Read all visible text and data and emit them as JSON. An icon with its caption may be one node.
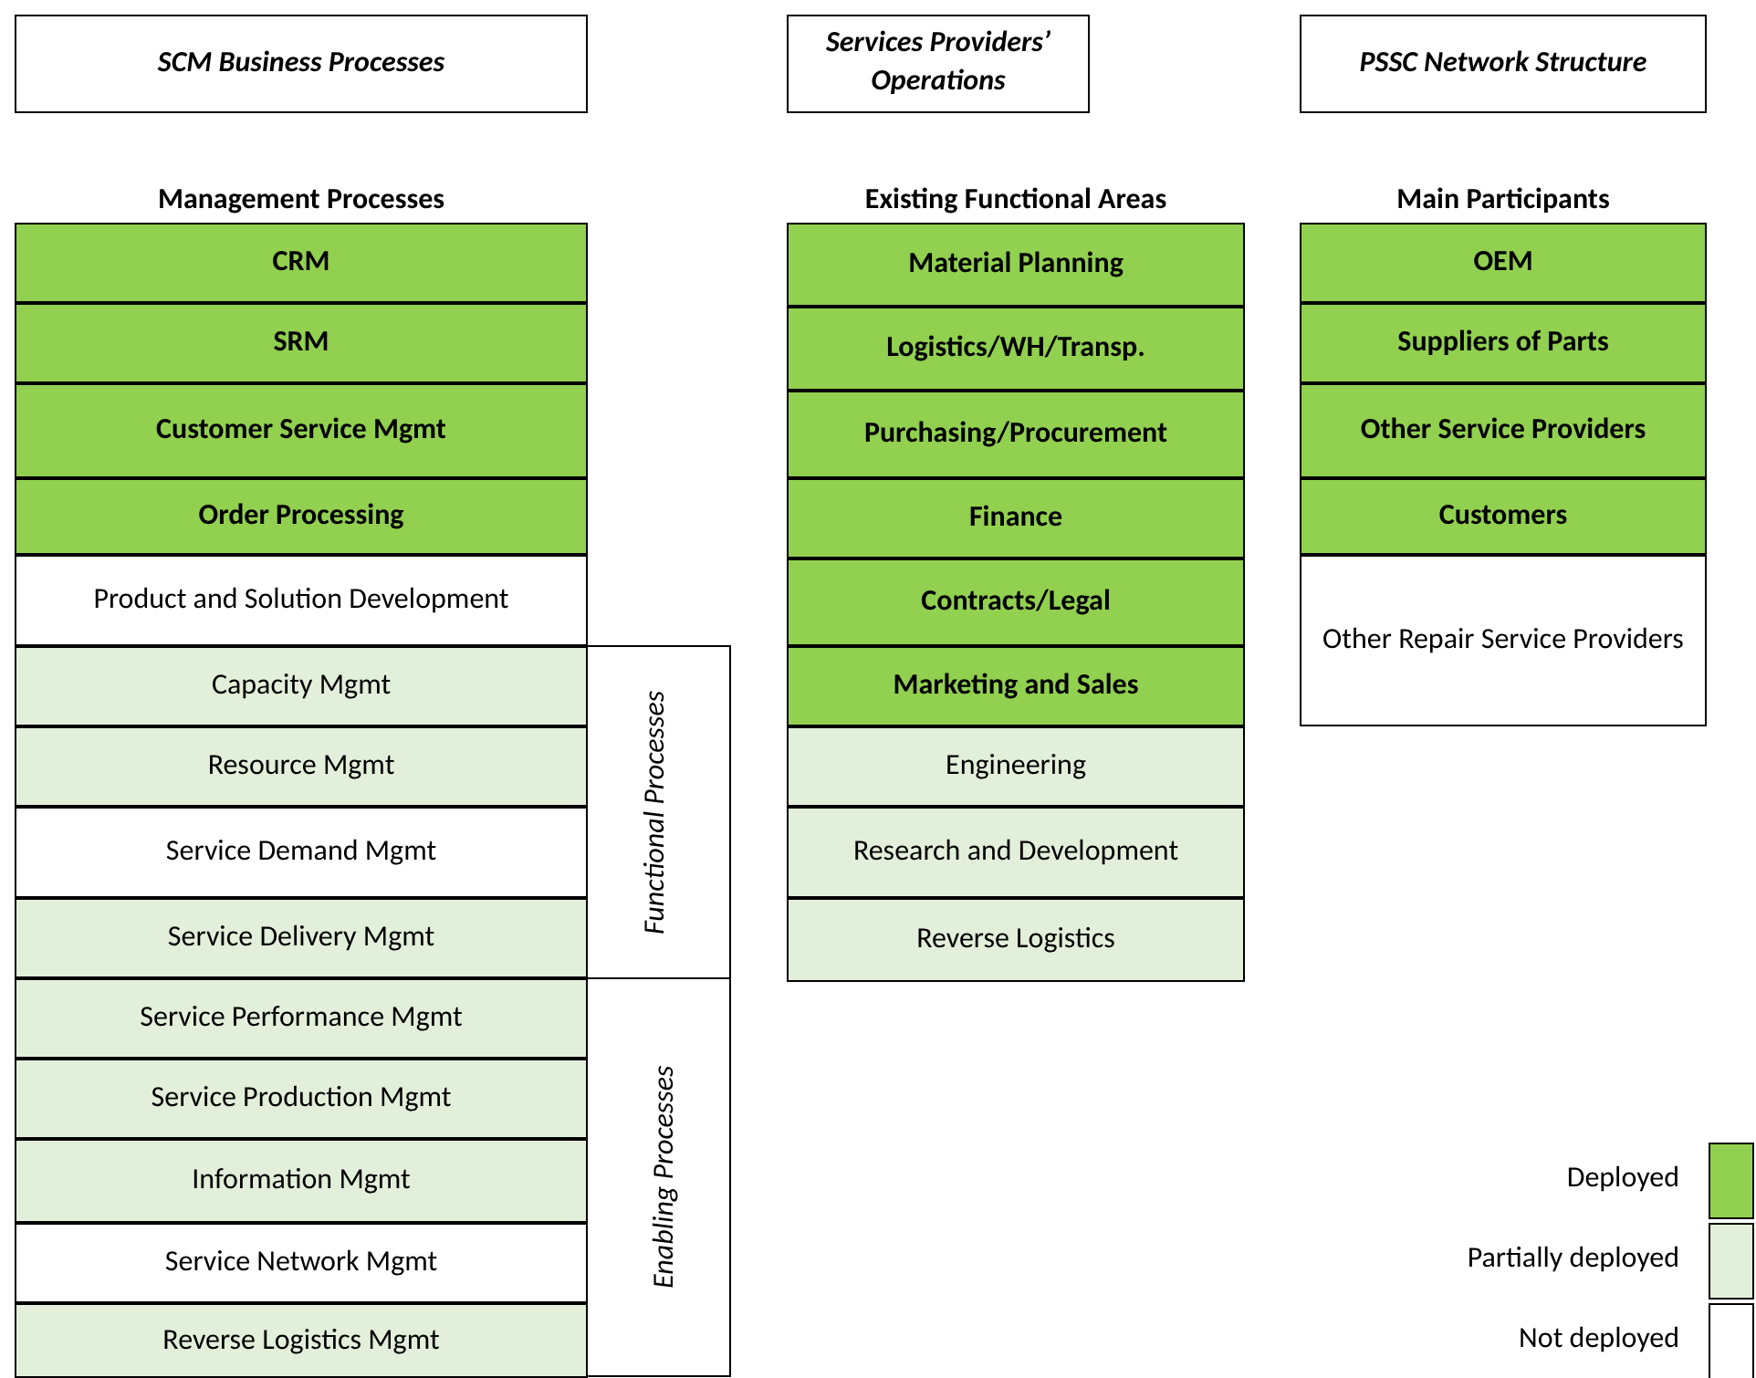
{
  "diagram": {
    "nodes": [
      {
        "text": [
          "SCM Business Processes"
        ]
      },
      {
        "text": [
          "Services Providers’ Operations"
        ]
      },
      {
        "text": [
          "PSSC Network Structure"
        ]
      },
      {
        "text": [
          "CRM"
        ]
      },
      {
        "text": [
          "SRM"
        ]
      },
      {
        "text": [
          "Customer Service Mgmt"
        ]
      },
      {
        "text": [
          "Order Processing"
        ]
      },
      {
        "text": [
          "Product and Solution Development"
        ]
      },
      {
        "text": [
          "Capacity Mgmt"
        ]
      },
      {
        "text": [
          "Resource Mgmt"
        ]
      },
      {
        "text": [
          "Service Demand Mgmt"
        ]
      },
      {
        "text": [
          "Service Delivery Mgmt"
        ]
      },
      {
        "text": [
          "Service Performance Mgmt"
        ]
      },
      {
        "text": [
          "Service Production Mgmt"
        ]
      },
      {
        "text": [
          "Information Mgmt"
        ]
      },
      {
        "text": [
          "Service Network Mgmt"
        ]
      },
      {
        "text": [
          "Reverse Logistics Mgmt"
        ]
      },
      {
        "text": [
          "Material Planning"
        ]
      },
      {
        "text": [
          "Logistics/WH/Transp."
        ]
      },
      {
        "text": [
          "Purchasing/Procurement"
        ]
      },
      {
        "text": [
          "Finance"
        ]
      },
      {
        "text": [
          "Contracts/Legal"
        ]
      },
      {
        "text": [
          "Marketing and Sales"
        ]
      },
      {
        "text": [
          "Engineering"
        ]
      },
      {
        "text": [
          "Research and Development"
        ]
      },
      {
        "text": [
          "Reverse Logistics"
        ]
      },
      {
        "text": [
          "OEM"
        ]
      },
      {
        "text": [
          "Suppliers of Parts"
        ]
      },
      {
        "text": [
          "Other Service Providers"
        ]
      },
      {
        "text": [
          "Customers"
        ]
      },
      {
        "text": [
          "Other Repair Service Providers"
        ]
      }
    ],
    "labels": [
      "Management Processes",
      "Existing Functional Areas",
      "Main Participants",
      "Functional Processes",
      "Enabling Processes"
    ],
    "legend": [
      {
        "text": "Deployed",
        "color": "#92d050"
      },
      {
        "text": "Partially deployed",
        "color": "#e2efda"
      },
      {
        "text": "Not deployed",
        "color": "#ffffff"
      }
    ]
  }
}
